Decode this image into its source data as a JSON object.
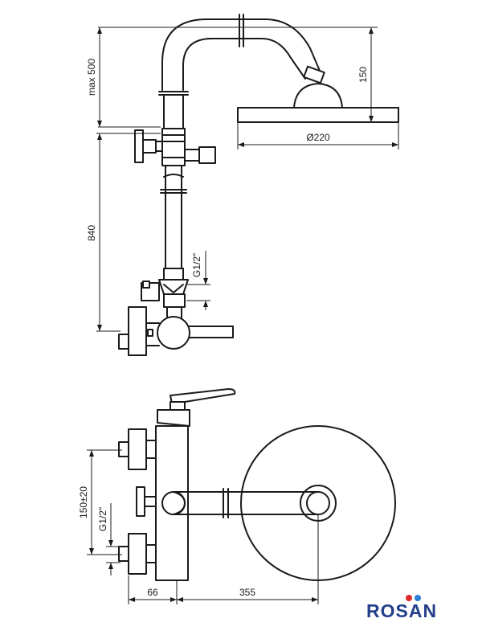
{
  "dimensions": {
    "max_height": "max 500",
    "head_drop": "150",
    "head_diameter": "Ø220",
    "column_height": "840",
    "thread_top": "G1/2\"",
    "center_distance": "150±20",
    "thread_bottom": "G1/2\"",
    "wall_offset": "66",
    "arm_reach": "355"
  },
  "brand": {
    "name": "ROSAN",
    "primary_color": "#233e8b",
    "accent_red": "#e02a2a",
    "accent_blue": "#2c7fd6"
  }
}
